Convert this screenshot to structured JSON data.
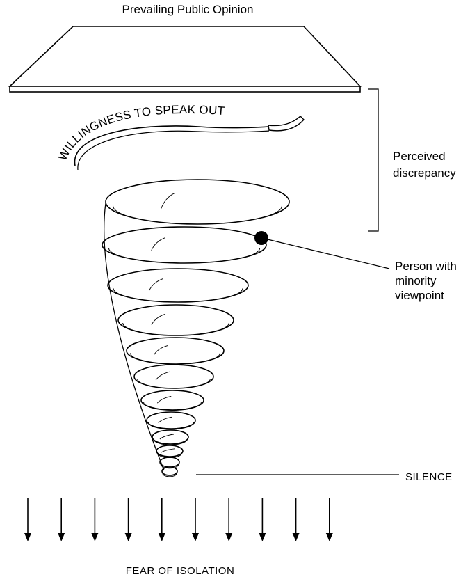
{
  "diagram": {
    "title": "Prevailing Public Opinion",
    "spiral_label": "WILLINGNESS TO SPEAK OUT",
    "discrepancy_label": [
      "Perceived",
      "discrepancy"
    ],
    "person_label": [
      "Person with",
      "minority",
      "viewpoint"
    ],
    "silence_label": "SILENCE",
    "bottom_label": "FEAR OF ISOLATION",
    "arrow_count": 10,
    "colors": {
      "ink": "#000000",
      "background": "#ffffff"
    }
  }
}
